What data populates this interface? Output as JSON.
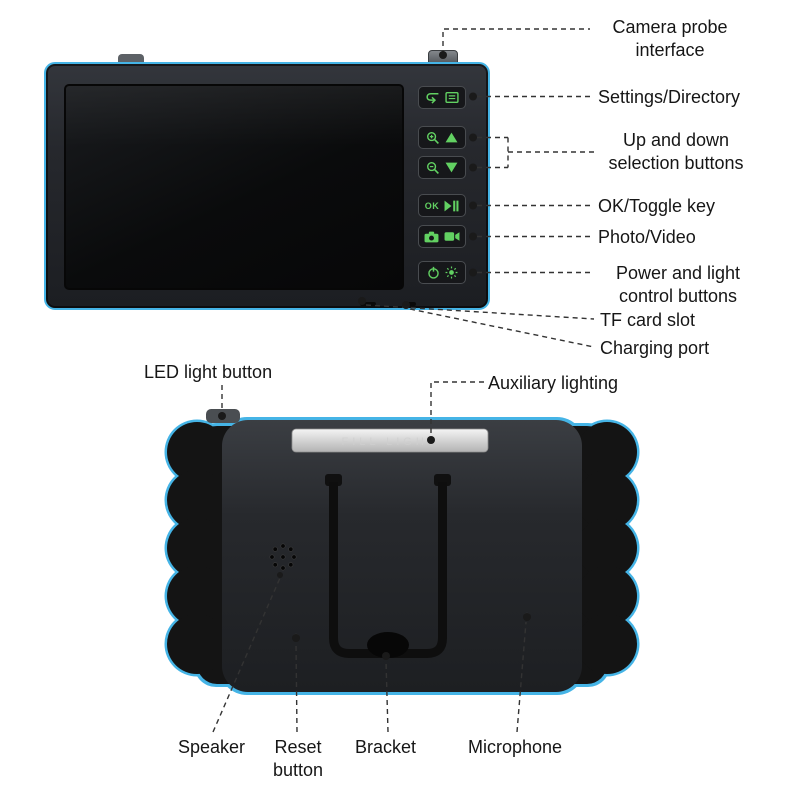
{
  "annotations": {
    "camera_probe_interface": "Camera probe interface",
    "settings_directory": "Settings/Directory",
    "up_down_selection": "Up and down selection buttons",
    "ok_toggle_key": "OK/Toggle key",
    "photo_video": "Photo/Video",
    "power_light_control": "Power and light control buttons",
    "tf_card_slot": "TF card slot",
    "charging_port": "Charging port",
    "led_light_button": "LED light button",
    "auxiliary_lighting": "Auxiliary lighting",
    "speaker": "Speaker",
    "reset_button": "Reset button",
    "bracket": "Bracket",
    "microphone": "Microphone"
  },
  "device": {
    "ok_button_text": "OK",
    "fill_light_text": "FILL LIGHT"
  },
  "colors": {
    "accent_blue": "#45b4e6",
    "icon_green": "#62d162",
    "device_body": "#222428",
    "label_text": "#161616"
  },
  "icons": [
    "return-icon",
    "directory-icon",
    "zoom-in-icon",
    "up-triangle-icon",
    "zoom-out-icon",
    "down-triangle-icon",
    "play-pause-icon",
    "photo-camera-icon",
    "video-camera-icon",
    "power-icon",
    "light-icon"
  ]
}
